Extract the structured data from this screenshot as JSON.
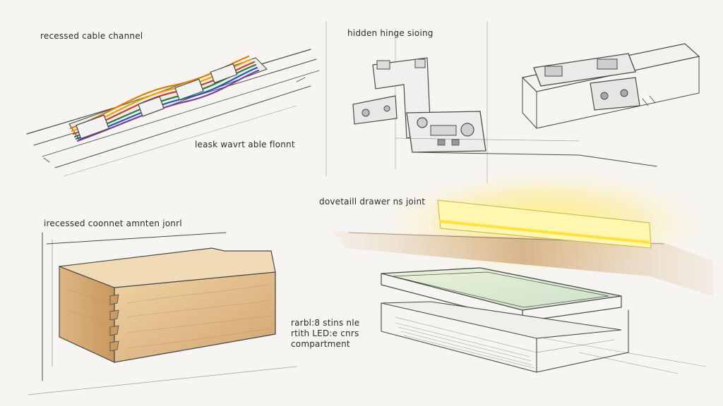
{
  "labels": {
    "cable_channel": "recessed cable channel",
    "hidden_hinge": "hidden hinge sioing",
    "leak_front": "leask wavrt able flonnt",
    "dovetail_joint": "dovetaill drawer ns joint",
    "recessed_connector": "irecessed coonnet amnten jonrl",
    "compartment": [
      "rarbl:8 stins nle",
      "rtith LED:e cnrs",
      "compartment"
    ]
  },
  "colors": {
    "paper": "#f7f5f1",
    "ink": "#3a3a3a",
    "wood_light": "#e8c99a",
    "wood_dark": "#c99a62",
    "led_glow": "#fff27a",
    "wire_colors": [
      "#d23b2e",
      "#2e7d32",
      "#1e5bb8",
      "#e0a800",
      "#7b3fa0",
      "#e07b00"
    ]
  }
}
